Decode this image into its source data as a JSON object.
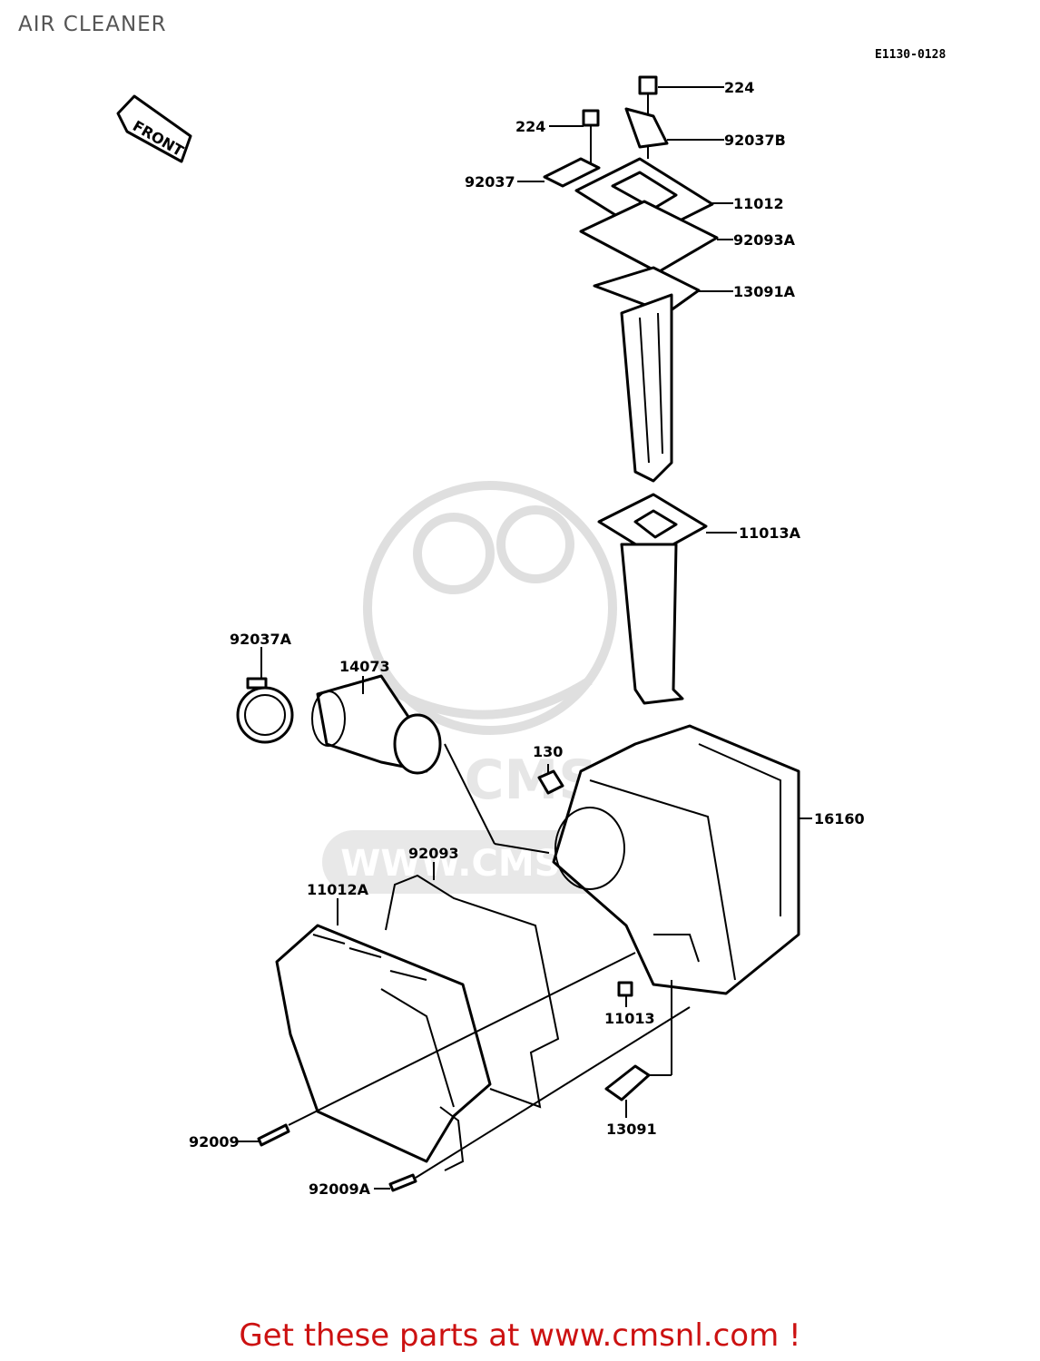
{
  "title": "AIR CLEANER",
  "diagram_code": "E1130-0128",
  "front_label": "FRONT",
  "footer": "Get these parts at www.cmsnl.com !",
  "watermark": {
    "brand": "CMS",
    "url": "WWW.CMSNL.COM"
  },
  "labels": {
    "p224_top": "224",
    "p224": "224",
    "p92037B": "92037B",
    "p92037": "92037",
    "p11012": "11012",
    "p92093A": "92093A",
    "p13091A": "13091A",
    "p11013A": "11013A",
    "p92037A": "92037A",
    "p14073": "14073",
    "p130": "130",
    "p16160": "16160",
    "p92093": "92093",
    "p11012A": "11012A",
    "p11013": "11013",
    "p13091": "13091",
    "p92009": "92009",
    "p92009A": "92009A"
  }
}
